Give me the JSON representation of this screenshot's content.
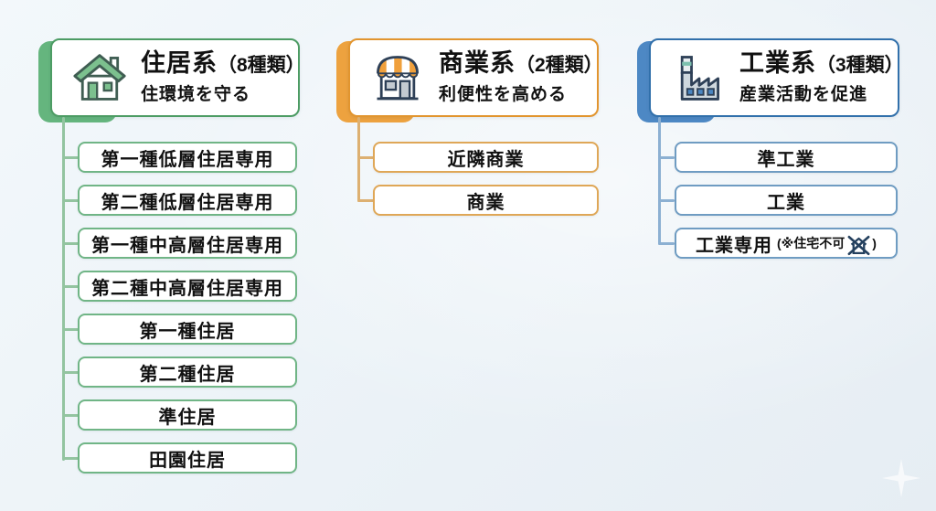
{
  "page": {
    "background": "#edf3f7",
    "sparkle_icon": "four-point-star"
  },
  "columns": [
    {
      "id": "residential",
      "title": "住居系",
      "count": "（8種類）",
      "subtitle": "住環境を守る",
      "icon": "house-icon",
      "colors": {
        "accent": "#65b57e",
        "header_border": "#4d9c64",
        "item_border": "#70b586",
        "line": "#93c4a0"
      },
      "items": [
        "第一種低層住居専用",
        "第二種低層住居専用",
        "第一種中高層住居専用",
        "第二種中高層住居専用",
        "第一種住居",
        "第二種住居",
        "準住居",
        "田園住居"
      ]
    },
    {
      "id": "commercial",
      "title": "商業系",
      "count": "（2種類）",
      "subtitle": "利便性を高める",
      "icon": "store-icon",
      "colors": {
        "accent": "#eda23f",
        "header_border": "#e2952f",
        "item_border": "#dfa757",
        "line": "#ddb071"
      },
      "items": [
        "近隣商業",
        "商業"
      ]
    },
    {
      "id": "industrial",
      "title": "工業系",
      "count": "（3種類）",
      "subtitle": "産業活動を促進",
      "icon": "factory-icon",
      "colors": {
        "accent": "#4d88c4",
        "header_border": "#3170ab",
        "item_border": "#6f9cc2",
        "line": "#8cb0d2"
      },
      "items": [
        "準工業",
        "工業",
        {
          "label": "工業専用",
          "note_prefix": "(※住宅不可",
          "note_icon": "no-house-icon",
          "note_suffix": ")"
        }
      ]
    }
  ]
}
